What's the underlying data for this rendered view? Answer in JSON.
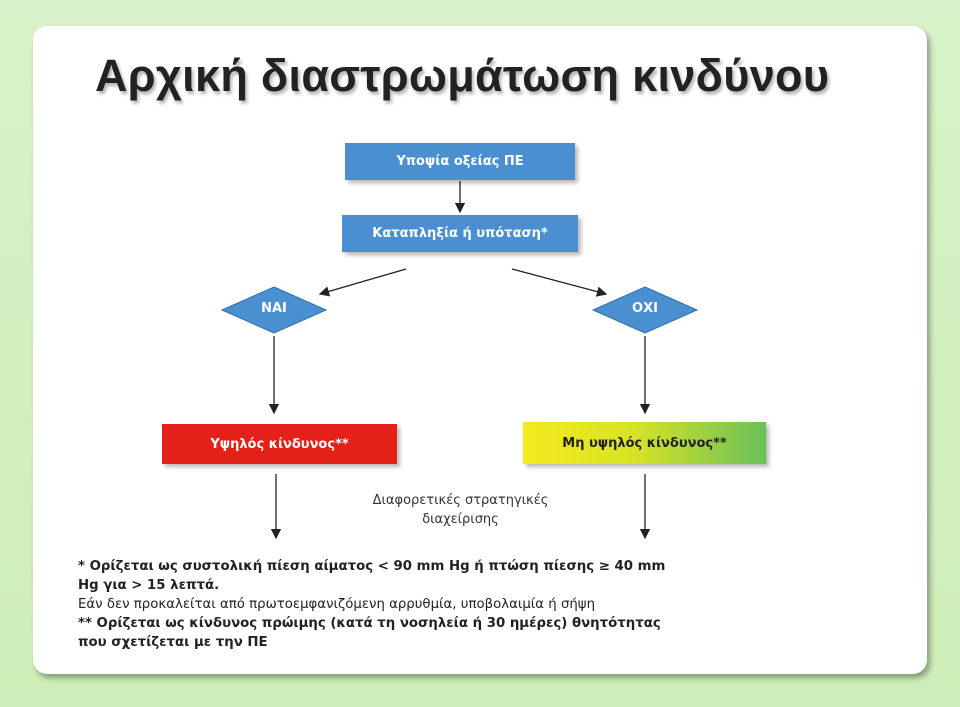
{
  "title": "Αρχική διαστρωμάτωση κινδύνου",
  "flow": {
    "start": "Υποψία οξείας ΠΕ",
    "question": "Καταπληξία ή υπόταση*",
    "yes": "ΝΑΙ",
    "no": "ΟΧΙ",
    "high_risk": "Υψηλός κίνδυνος**",
    "not_high_risk": "Μη υψηλός κίνδυνος**",
    "strategy_line1": "Διαφορετικές στρατηγικές",
    "strategy_line2": "διαχείρισης"
  },
  "notes": {
    "n1_line1": "* Ορίζεται ως συστολική πίεση αίματος < 90 mm Hg ή πτώση πίεσης ≥ 40 mm",
    "n1_line2": "Hg για > 15 λεπτά.",
    "n1_line3": "Εάν δεν προκαλείται από πρωτοεμφανιζόμενη αρρυθμία, υποβολαιμία ή σήψη",
    "n2_line1": "** Ορίζεται ως κίνδυνος πρώιμης (κατά τη νοσηλεία ή 30 ημέρες) θνητότητας",
    "n2_line2": "που σχετίζεται με την ΠΕ"
  },
  "colors": {
    "box_blue": "#4a90d0",
    "high_risk_red": "#e32119",
    "not_high_yellow": "#f5ea1e",
    "not_high_green": "#6cc05a"
  }
}
